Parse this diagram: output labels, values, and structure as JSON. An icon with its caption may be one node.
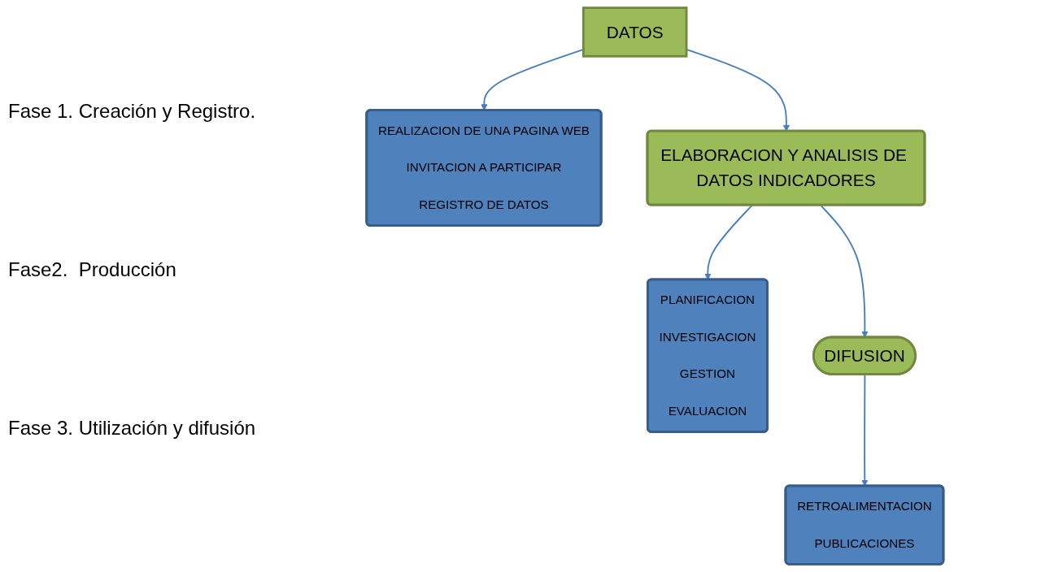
{
  "diagram": {
    "nodes": [
      {
        "text": [
          "DATOS"
        ]
      },
      {
        "text": [
          "REALIZACION DE UNA PAGINA WEB",
          "INVITACION A PARTICIPAR",
          "REGISTRO DE DATOS"
        ]
      },
      {
        "text": [
          "ELABORACION Y ANALISIS DE DATOS INDICADORES"
        ]
      },
      {
        "text": [
          "PLANIFICACION",
          "INVESTIGACION",
          "GESTION",
          "EVALUACION"
        ]
      },
      {
        "text": [
          "DIFUSION"
        ]
      },
      {
        "text": [
          "RETROALIMENTACION",
          "PUBLICACIONES"
        ]
      }
    ],
    "edges": [
      {
        "from": 0,
        "to": 1,
        "arrow": "to"
      },
      {
        "from": 0,
        "to": 2,
        "arrow": "to"
      },
      {
        "from": 2,
        "to": 3,
        "arrow": "to"
      },
      {
        "from": 2,
        "to": 4,
        "arrow": "to"
      },
      {
        "from": 4,
        "to": 5,
        "arrow": "to"
      }
    ],
    "labels": [
      "Fase 1. Creación y Registro.",
      "Fase2.  Producción",
      "Fase 3. Utilización y difusión"
    ]
  }
}
